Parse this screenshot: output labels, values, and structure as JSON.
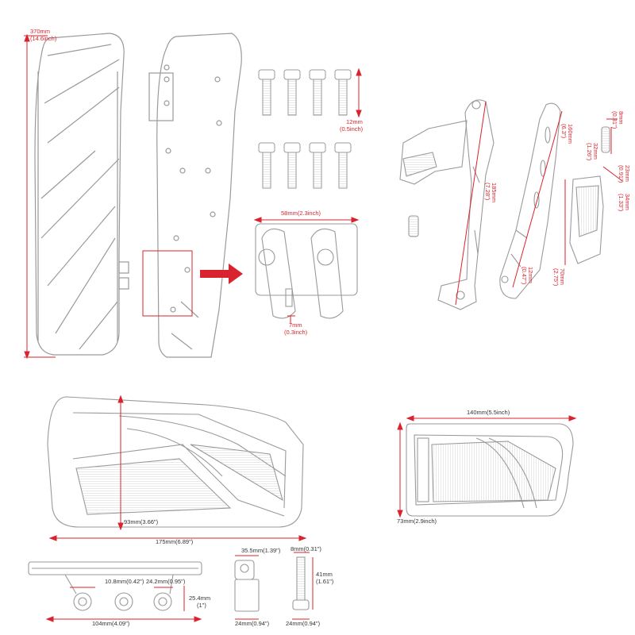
{
  "colors": {
    "dimension": "#d9232e",
    "outline": "#9a9a9a",
    "text_dark": "#333333",
    "arrow": "#d9232e"
  },
  "panel1": {
    "height": {
      "mm": "370mm",
      "inch": "(14.6inch)"
    },
    "bolt_length": {
      "mm": "12mm",
      "inch": "(0.5inch)"
    },
    "clamp_width": "58mm(2.3inch)",
    "slot_width": {
      "mm": "7mm",
      "inch": "(0.3inch)"
    }
  },
  "panel2": {
    "arm_long": {
      "mm": "185mm",
      "inch": "(7.28\")"
    },
    "arm_short": {
      "mm": "160mm",
      "inch": "(6.3\")"
    },
    "hole": {
      "mm": "12mm",
      "inch": "(0.47\")"
    },
    "pin_length": {
      "mm": "32mm",
      "inch": "(1.26\")"
    },
    "pin_dia": {
      "mm": "8mm",
      "inch": "(0.31\")"
    },
    "pad_width": {
      "mm": "23mm",
      "inch": "(0.91\")"
    },
    "pad_depth": {
      "mm": "34mm",
      "inch": "(1.33\")"
    },
    "pad_height": {
      "mm": "70mm",
      "inch": "(2.75\")"
    }
  },
  "panel3": {
    "height": "93mm(3.66\")",
    "width": "175mm(6.89\")",
    "boss_dia_small": "10.8mm(0.42\")",
    "boss_dia_large": "24.2mm(0.95\")",
    "boss_height": {
      "mm": "25.4mm",
      "inch": "(1\")"
    },
    "boss_spacing": "104mm(4.09\")",
    "clamp_width": "35.5mm(1.39\")",
    "clamp_base": "24mm(0.94\")",
    "pin_dia": "8mm(0.31\")",
    "pin_length": {
      "mm": "41mm",
      "inch": "(1.61\")"
    },
    "pin_base": "24mm(0.94\")"
  },
  "panel4": {
    "width": "140mm(5.5inch)",
    "height": "73mm(2.9inch)"
  }
}
